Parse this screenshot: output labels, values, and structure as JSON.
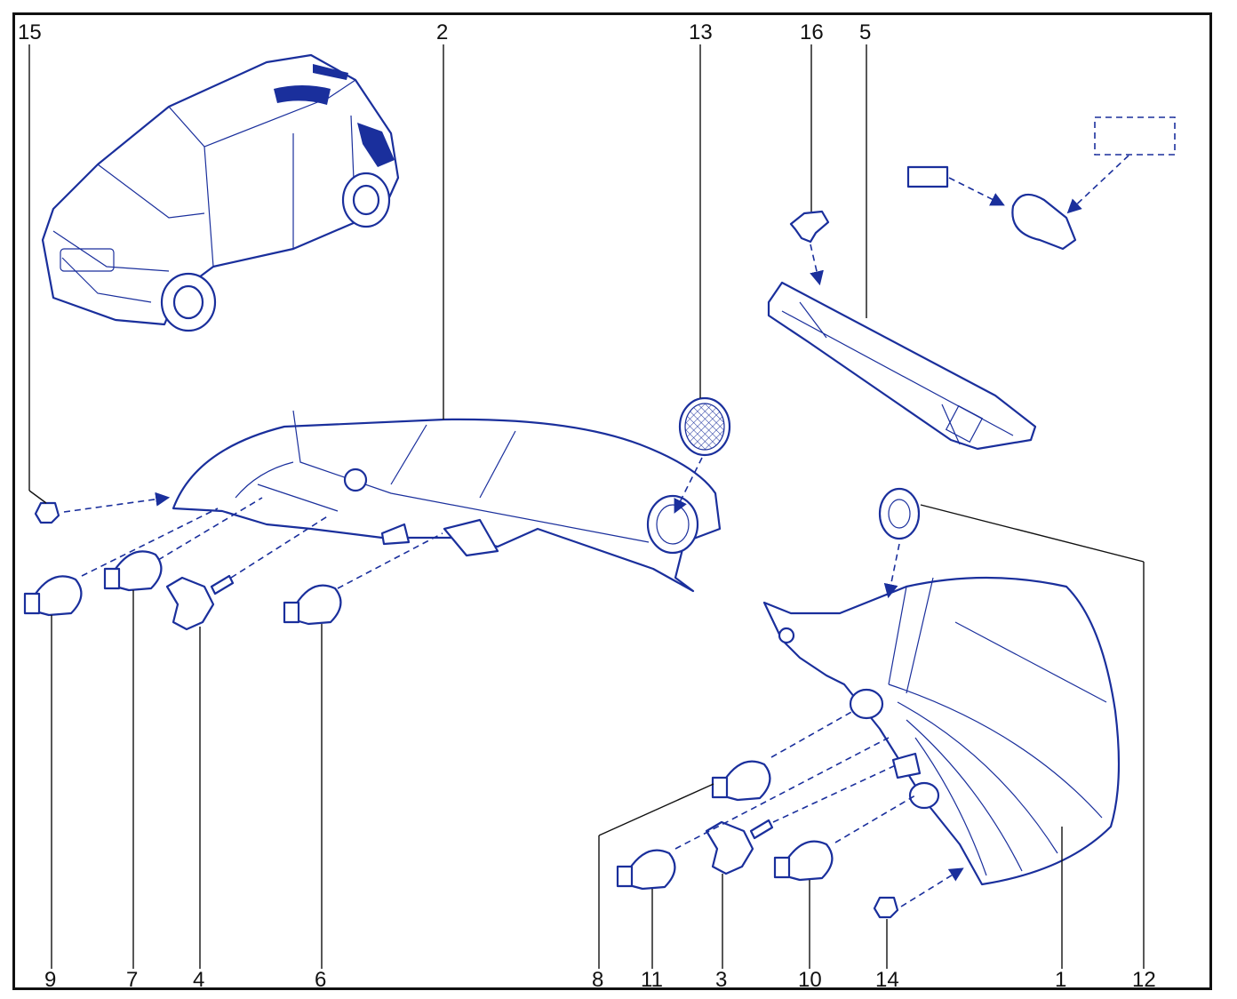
{
  "diagram": {
    "callouts": [
      "1",
      "2",
      "3",
      "4",
      "5",
      "6",
      "7",
      "8",
      "9",
      "10",
      "11",
      "12",
      "13",
      "14",
      "15",
      "16"
    ]
  },
  "colors": {
    "line": "#1a2f9c",
    "label": "#111111",
    "background": "#ffffff"
  },
  "icons": [
    "car-illustration",
    "headlamp-unit",
    "rear-lamp-unit",
    "bulb",
    "bulb-holder",
    "clip",
    "cap",
    "rail-bracket",
    "wedge-bulb"
  ]
}
